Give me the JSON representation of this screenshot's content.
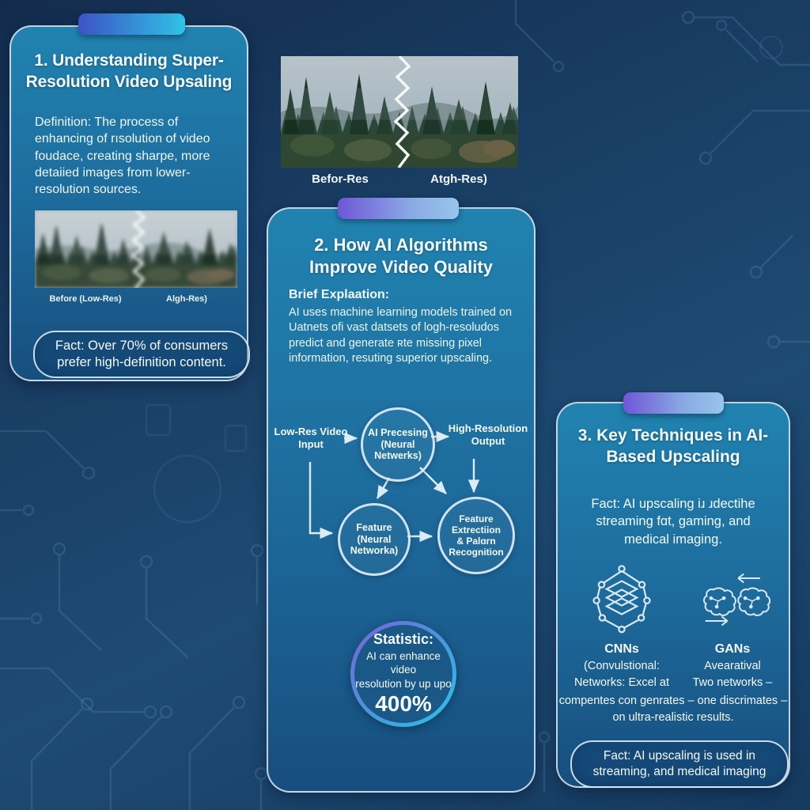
{
  "card1": {
    "title": "1. Understanding Super-Resolution Video Upsaling",
    "definition": "Definition: The process of enhancing of rısolution of video foudace, creating sharpe, more detaiied images from lower-resolution sources.",
    "image_label_left": "Before (Low-Res)",
    "image_label_right": "Algh-Res)",
    "fact": "Fact: Over 70% of consumers prefer high-definition content."
  },
  "top_image": {
    "label_left": "Befor-Res",
    "label_right": "Atgh-Res)"
  },
  "card2": {
    "title": "2. How AI Algorithms Improve Video Quality",
    "brief_label": "Brief Explaation:",
    "explanation": "AI uses machine learning models trained on Uatnets ofi vast datsets of logh-resoludos predict and generate ʀte missing pixel information, resuting superior upscaling.",
    "flow": {
      "input": "Low-Res Video\nInput",
      "node_processing": "AI Precesing\n(Neural\nNetwerks)",
      "output": "High-Resolution\nOutput",
      "node_feature": "Feature\n(Neural\nNetworka)",
      "node_extraction": "Feature\nExtrectiion\n& Palɑrn\nRecognition"
    },
    "statistic": {
      "label": "Statistic:",
      "line1": "AI can enhance video",
      "line2": "resolution by up upo",
      "value": "400%"
    }
  },
  "card3": {
    "title": "3. Key Techniques in AI-Based Upscaling",
    "fact_top": "Fact: AI upscaling iɹ ɹdectihe\nstreaming fɑt, gaming, and\nmedical imaging.",
    "cnn_name": "CNNs",
    "cnn_line1": "(Convulstional:",
    "cnn_line2": "Networks: Excel at",
    "gan_name": "GANs",
    "gan_line1": "Avearatival",
    "gan_line2": "Two networks –",
    "merge_line1": "compentes con genrates – one discrimates –",
    "merge_line2": "on ultra-realistic results.",
    "fact_bottom": "Fact: AI upscaling is used in streaming, and medical imaging"
  },
  "colors": {
    "accent_indigo": "#3d53c5",
    "accent_cyan": "#2fc3e5",
    "accent_purple": "#6f56d6",
    "accent_periwinkle": "#98c5ec",
    "card_border": "#d8e5ef",
    "background_navy": "#17406a"
  }
}
